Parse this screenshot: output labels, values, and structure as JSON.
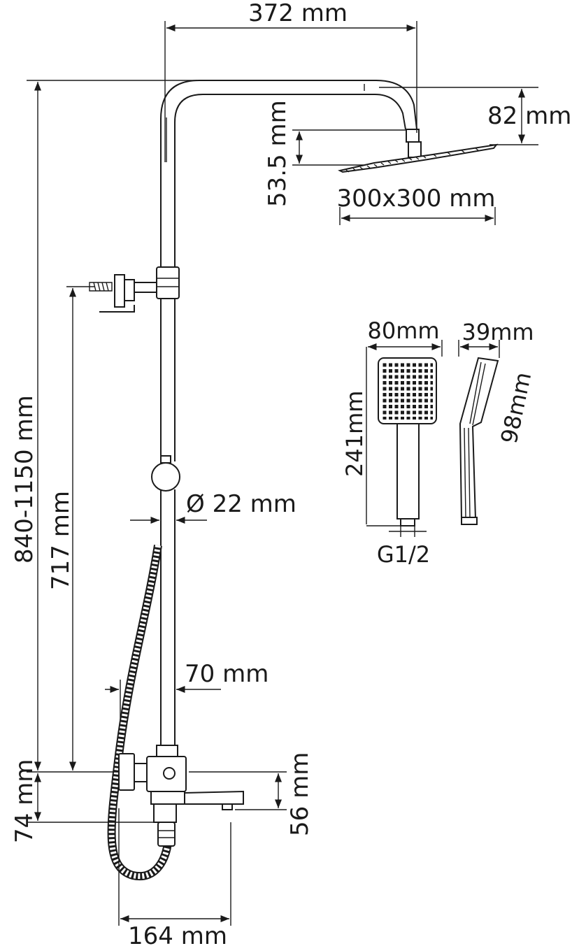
{
  "dimensions": {
    "overall_width": "372 mm",
    "head_drop": "82 mm",
    "head_thickness": "53.5 mm",
    "head_size": "300x300 mm",
    "total_height": "840-1150 mm",
    "rail_height": "717 mm",
    "pipe_diameter": "Ø 22 mm",
    "hose_offset": "70 mm",
    "mixer_height": "74 mm",
    "spout_height": "56 mm",
    "spout_reach": "164 mm"
  },
  "hand_shower": {
    "width": "80mm",
    "depth": "39mm",
    "length": "241mm",
    "head_length": "98mm",
    "connection": "G1/2"
  },
  "colors": {
    "line": "#1a1a1a",
    "background": "#ffffff"
  }
}
